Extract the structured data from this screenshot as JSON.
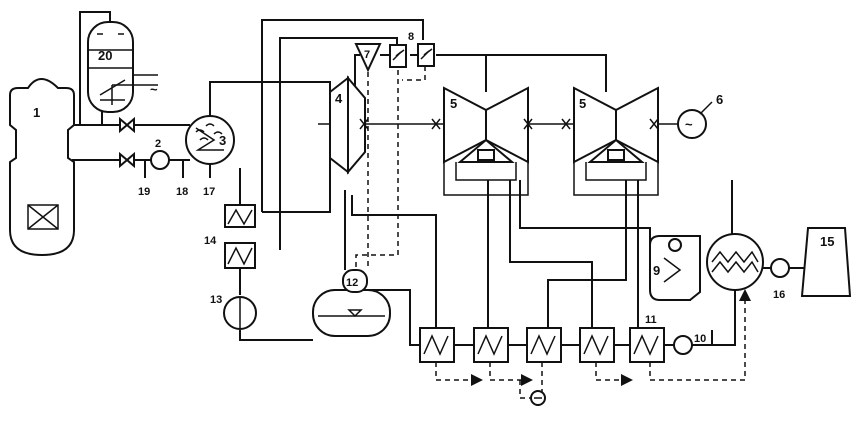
{
  "labels": {
    "reactor": "1",
    "pump_2": "2",
    "steam_generator": "3",
    "hp_turbine": "4",
    "lp_turbine_a": "5",
    "lp_turbine_b": "5",
    "generator": "6",
    "separator": "7",
    "reheater": "8",
    "condenser": "9",
    "condensate_pump": "10",
    "lp_heater": "11",
    "deaerator": "12",
    "feed_pump": "13",
    "hp_heater": "14",
    "cooling_tower": "15",
    "cooling_pump": "16",
    "line_17": "17",
    "line_18": "18",
    "line_19": "19",
    "pressurizer": "20"
  },
  "symbols": {
    "generator_glyph": "~",
    "pressurizer_glyph": "~"
  }
}
